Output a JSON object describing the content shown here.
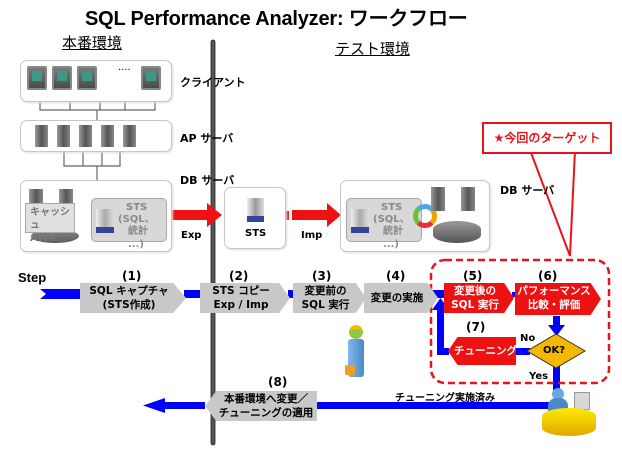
{
  "title": "SQL Performance Analyzer: ワークフロー",
  "environments": {
    "production": "本番環境",
    "test": "テスト環境"
  },
  "tiers": {
    "client": "クライアント",
    "client_ellipsis": "····",
    "ap_server": "AP サーバ",
    "db_server_prod": "DB サーバ",
    "db_server_test": "DB サーバ"
  },
  "prod_db": {
    "cache_line1": "キャッシュ",
    "cache_line2": "AWR...",
    "sts_title": "STS",
    "sts_line1": "(SQL、",
    "sts_line2": "統計 ...)"
  },
  "transfer": {
    "exp_label": "Exp",
    "imp_label": "Imp",
    "sts_label": "STS"
  },
  "test_db": {
    "sts_title": "STS",
    "sts_line1": "(SQL、",
    "sts_line2": "統計 ...)"
  },
  "callout": {
    "text": "★今回のターゲット",
    "color": "#e8141b"
  },
  "step_label": "Step",
  "steps": [
    {
      "num": "(1)",
      "line1": "SQL キャプチャ",
      "line2": "(STS作成)",
      "style": "gray"
    },
    {
      "num": "(2)",
      "line1": "STS コピー",
      "line2": "Exp / Imp",
      "style": "gray"
    },
    {
      "num": "(3)",
      "line1": "変更前の",
      "line2": "SQL 実行",
      "style": "gray"
    },
    {
      "num": "(4)",
      "line1": "変更の実施",
      "line2": "",
      "style": "gray"
    },
    {
      "num": "(5)",
      "line1": "変更後の",
      "line2": "SQL 実行",
      "style": "red"
    },
    {
      "num": "(6)",
      "line1": "パフォーマンス",
      "line2": "比較・評価",
      "style": "red"
    },
    {
      "num": "(7)",
      "line1": "チューニング",
      "line2": "",
      "style": "red"
    },
    {
      "num": "(8)",
      "line1": "本番環境へ変更／",
      "line2": "チューニングの適用",
      "style": "gray"
    }
  ],
  "decision": {
    "label": "OK?",
    "no_label": "No",
    "yes_label": "Yes",
    "color": "#f5b800"
  },
  "return_flow_label": "チューニング実施済み",
  "colors": {
    "flow_blue": "#0000ff",
    "step_gray": "#c8c8c8",
    "step_red": "#ee1111",
    "arrow_red": "#ee1111"
  }
}
